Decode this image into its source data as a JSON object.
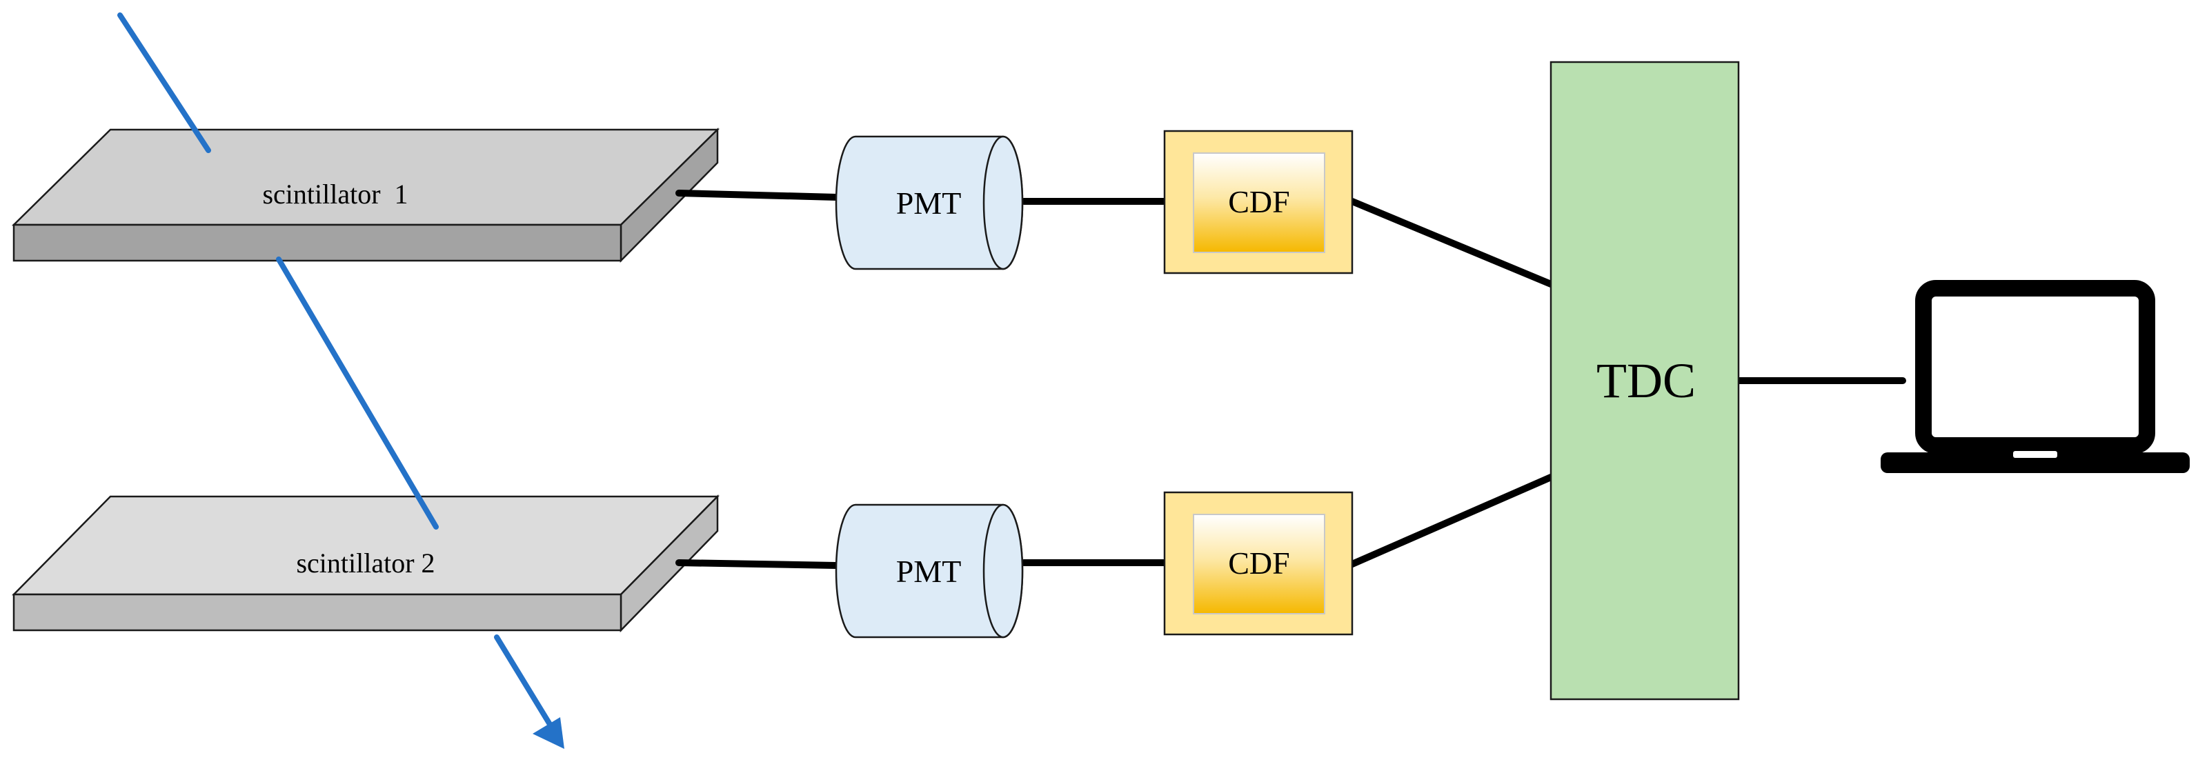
{
  "labels": {
    "scintillator_1": "scintillator  1",
    "scintillator_2": "scintillator 2",
    "pmt_1": "PMT",
    "pmt_2": "PMT",
    "cdf_1": "CDF",
    "cdf_2": "CDF",
    "tdc": "TDC"
  },
  "colors": {
    "scintillator_1_top": "#cfcfcf",
    "scintillator_1_side": "#a3a3a3",
    "scintillator_2_top": "#dcdcdc",
    "scintillator_2_side": "#bdbdbd",
    "pmt_fill": "#ddebf7",
    "cdf_frame": "#ffe699",
    "cdf_gradient_top": "#ffffff",
    "cdf_gradient_bottom": "#f5b800",
    "tdc_fill": "#b9e0b0",
    "muon_track": "#2472c8",
    "wire": "#000000"
  },
  "icons": {
    "computer": "laptop-icon"
  }
}
